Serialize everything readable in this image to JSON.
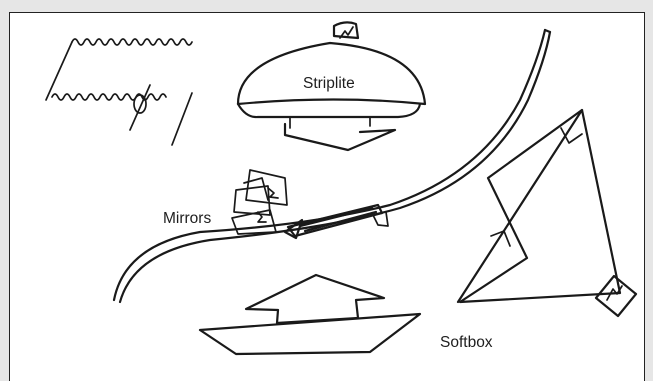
{
  "diagram": {
    "labels": {
      "striplite": "Striplite",
      "mirrors": "Mirrors",
      "softbox": "Softbox"
    },
    "colors": {
      "background": "#e6e6e6",
      "canvas": "#ffffff",
      "ink": "#1a1a1a"
    }
  }
}
